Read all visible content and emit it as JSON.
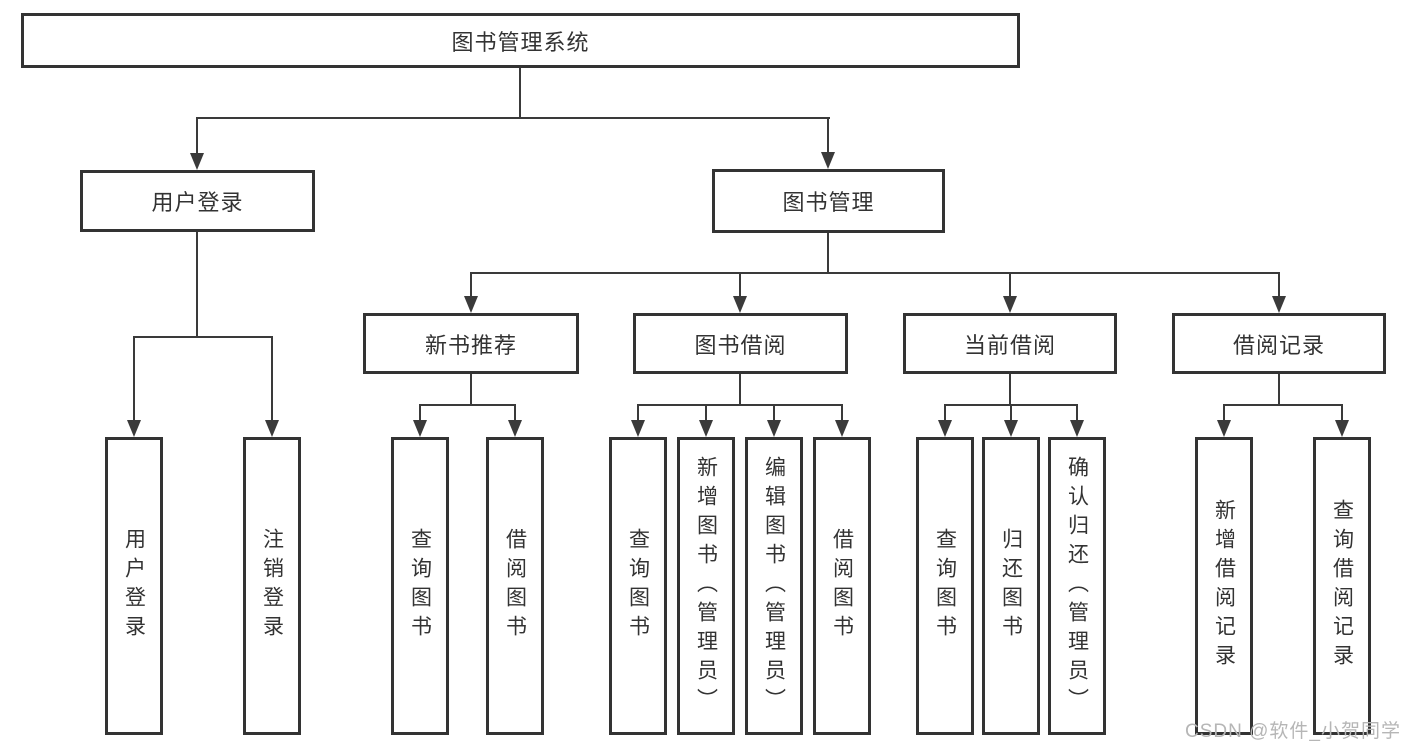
{
  "diagram": {
    "title": "图书管理系统",
    "root": {
      "label": "图书管理系统"
    },
    "level2": [
      {
        "label": "用户登录"
      },
      {
        "label": "图书管理"
      }
    ],
    "level3": [
      {
        "label": "新书推荐"
      },
      {
        "label": "图书借阅"
      },
      {
        "label": "当前借阅"
      },
      {
        "label": "借阅记录"
      }
    ],
    "leaves": {
      "user_login": [
        "用户登录",
        "注销登录"
      ],
      "new_book": [
        "查询图书",
        "借阅图书"
      ],
      "book_borrow": [
        "查询图书",
        "新增图书（管理员）",
        "编辑图书（管理员）",
        "借阅图书"
      ],
      "current_borrow": [
        "查询图书",
        "归还图书",
        "确认归还（管理员）"
      ],
      "borrow_record": [
        "新增借阅记录",
        "查询借阅记录"
      ]
    },
    "colors": {
      "line": "#3a3a3a",
      "border": "#333333",
      "text": "#333333",
      "background": "#ffffff",
      "watermark": "#b6b6b6"
    }
  },
  "watermark": {
    "text": "CSDN @软件_小贺同学"
  }
}
